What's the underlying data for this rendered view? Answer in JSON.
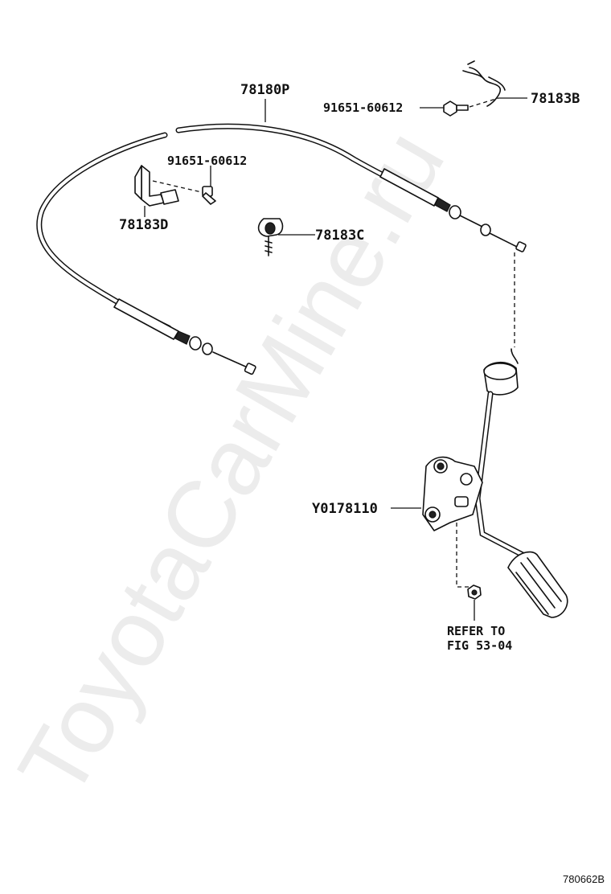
{
  "watermark": "ToyotaCarMine.ru",
  "figure_number": "780662B",
  "callouts": {
    "cable": "78180P",
    "bolt_top": "91651-60612",
    "clip_b": "78183B",
    "bolt_mid": "91651-60612",
    "bracket_d": "78183D",
    "clamp_c": "78183C",
    "pedal": "Y0178110",
    "refer_line1": "REFER TO",
    "refer_line2": "FIG 53-04"
  },
  "colors": {
    "line": "#111111",
    "background": "#ffffff",
    "watermark": "#ececec"
  }
}
